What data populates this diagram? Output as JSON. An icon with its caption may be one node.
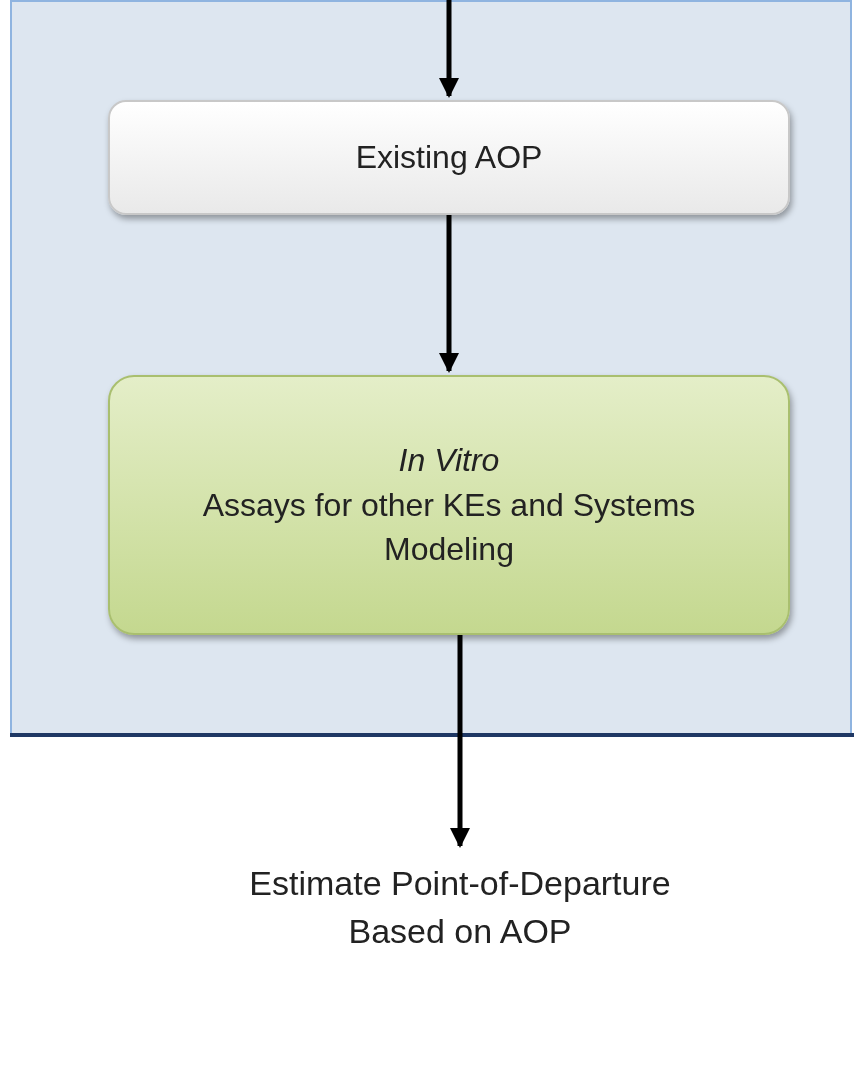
{
  "diagram": {
    "nodes": [
      {
        "text": [
          "Existing AOP"
        ]
      },
      {
        "text": [
          "In Vitro",
          "Assays for other KEs and Systems Modeling"
        ]
      },
      {
        "text": [
          "Estimate Point-of-Departure Based on AOP"
        ]
      }
    ],
    "edges": [
      {
        "from": null,
        "to": 0,
        "arrow": "to"
      },
      {
        "from": 0,
        "to": 1,
        "arrow": "to"
      },
      {
        "from": 1,
        "to": 2,
        "arrow": "to"
      }
    ]
  }
}
